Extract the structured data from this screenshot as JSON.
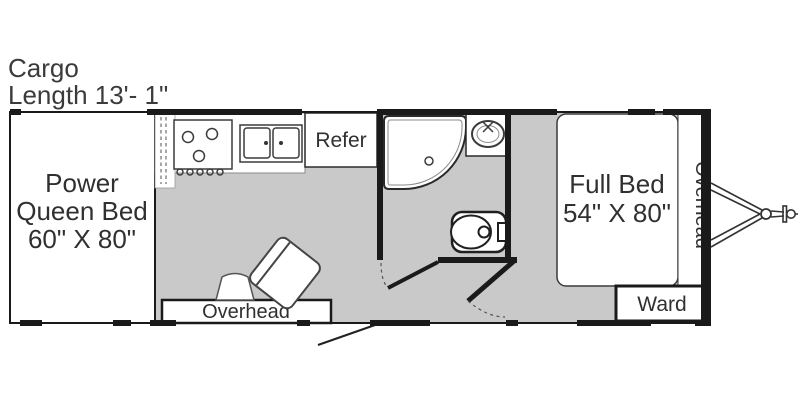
{
  "title": {
    "line1": "Cargo",
    "line2": "Length 13'- 1\""
  },
  "rooms": {
    "queen_bedroom": {
      "label_line1": "Power",
      "label_line2": "Queen Bed",
      "label_line3": "60\" X 80\""
    },
    "full_bedroom": {
      "label_line1": "Full Bed",
      "label_line2": "54\" X 80\""
    }
  },
  "labels": {
    "refrigerator": "Refer",
    "kitchen_overhead": "Overhead",
    "bedroom_overhead": "Overhead",
    "wardrobe": "Ward"
  },
  "colors": {
    "floor": "#c9c9c9",
    "wall": "#1a1a1a",
    "text": "#303030",
    "title": "#3b3b3b",
    "fixture": "#3c3c3c"
  }
}
